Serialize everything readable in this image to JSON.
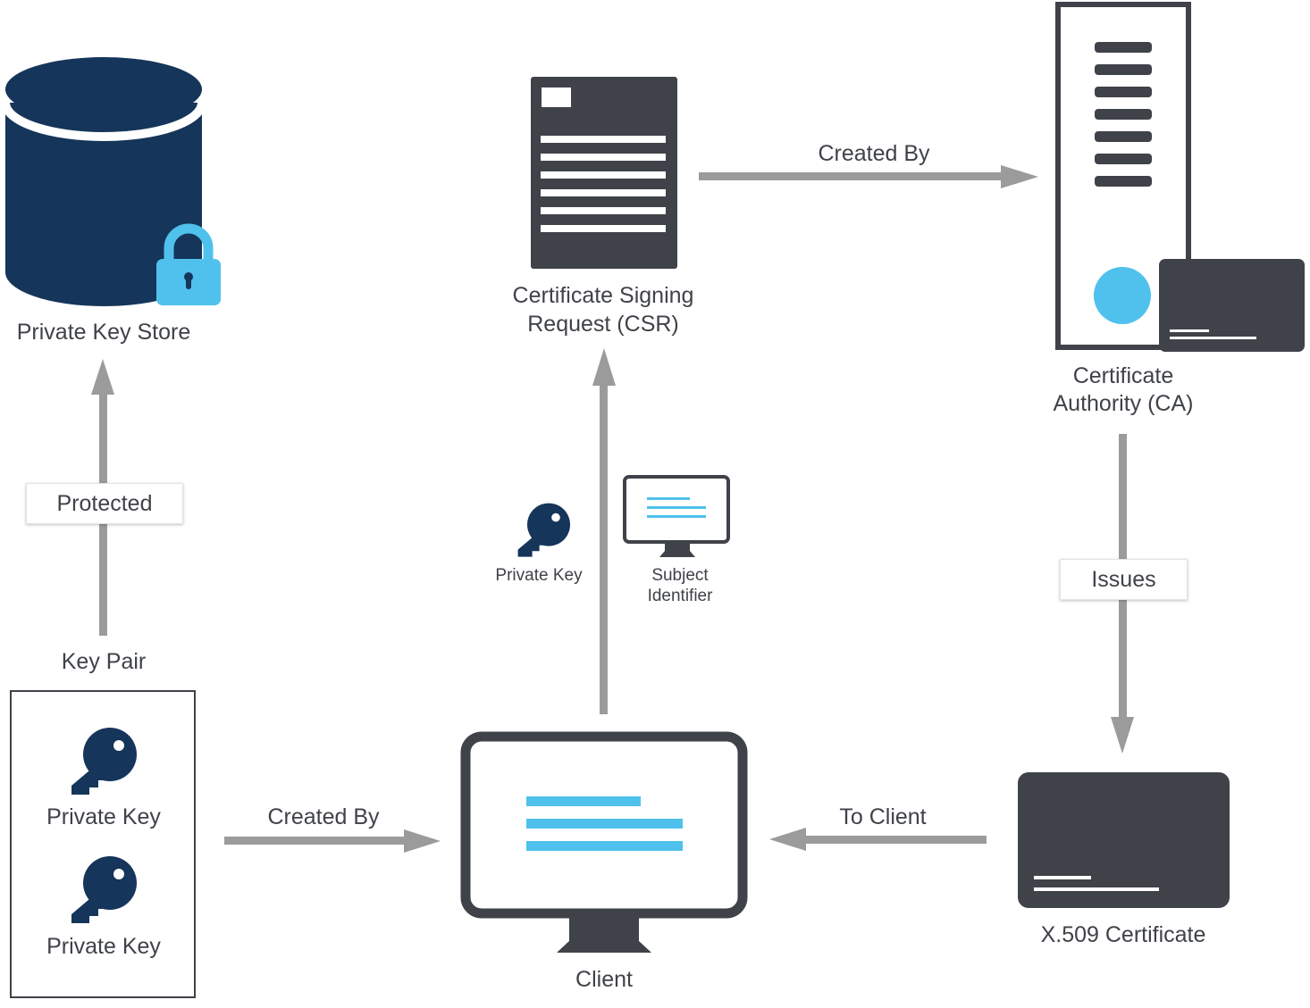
{
  "nodes": {
    "private_key_store": "Private Key Store",
    "csr_line1": "Certificate Signing",
    "csr_line2": "Request (CSR)",
    "ca_line1": "Certificate",
    "ca_line2": "Authority (CA)",
    "key_pair": "Key Pair",
    "key_pair_key1": "Private Key",
    "key_pair_key2": "Private Key",
    "client": "Client",
    "x509": "X.509 Certificate",
    "csr_private_key": "Private Key",
    "subject_identifier_line1": "Subject",
    "subject_identifier_line2": "Identifier"
  },
  "edges": {
    "protected": "Protected",
    "csr_created_by": "Created By",
    "issues": "Issues",
    "keypair_created_by": "Created By",
    "to_client": "To Client"
  },
  "colors": {
    "navy": "#15355a",
    "dark_gray": "#3f4248",
    "light_blue": "#4fc1ec",
    "arrow_gray": "#9b9b9b"
  }
}
